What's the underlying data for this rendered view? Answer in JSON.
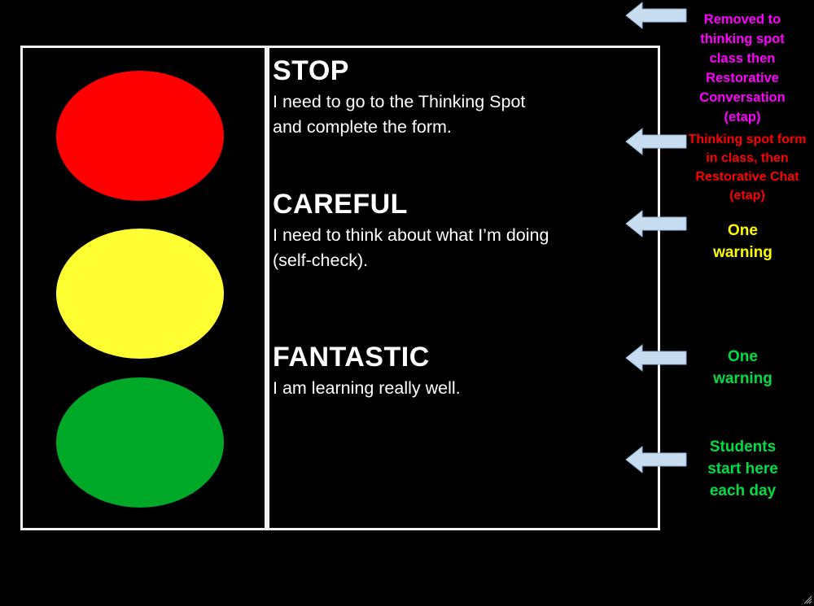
{
  "colors": {
    "background": "#000000",
    "red_light": "#ff0000",
    "yellow_light": "#ffff33",
    "green_light": "#00a827",
    "arrow_fill": "#c7dcef",
    "note_magenta": "#ff00ff",
    "note_red": "#ff0000",
    "note_yellow": "#ffff00",
    "note_green": "#00dd44"
  },
  "levels": [
    {
      "heading": "STOP",
      "description": "I need to go to the Thinking Spot and complete the form."
    },
    {
      "heading": "CAREFUL",
      "description": "I need to think about what I’m doing (self-check)."
    },
    {
      "heading": "FANTASTIC",
      "description": "I am learning really well."
    }
  ],
  "notes": [
    {
      "text": "Removed to thinking spot class then Restorative Conversation (etap)"
    },
    {
      "text": "Thinking spot form in class, then Restorative Chat (etap)"
    },
    {
      "text": "One warning"
    },
    {
      "text": "One warning"
    },
    {
      "text": "Students start here each day"
    }
  ],
  "icons": [
    "left-arrow-icon",
    "resize-grip-icon"
  ]
}
